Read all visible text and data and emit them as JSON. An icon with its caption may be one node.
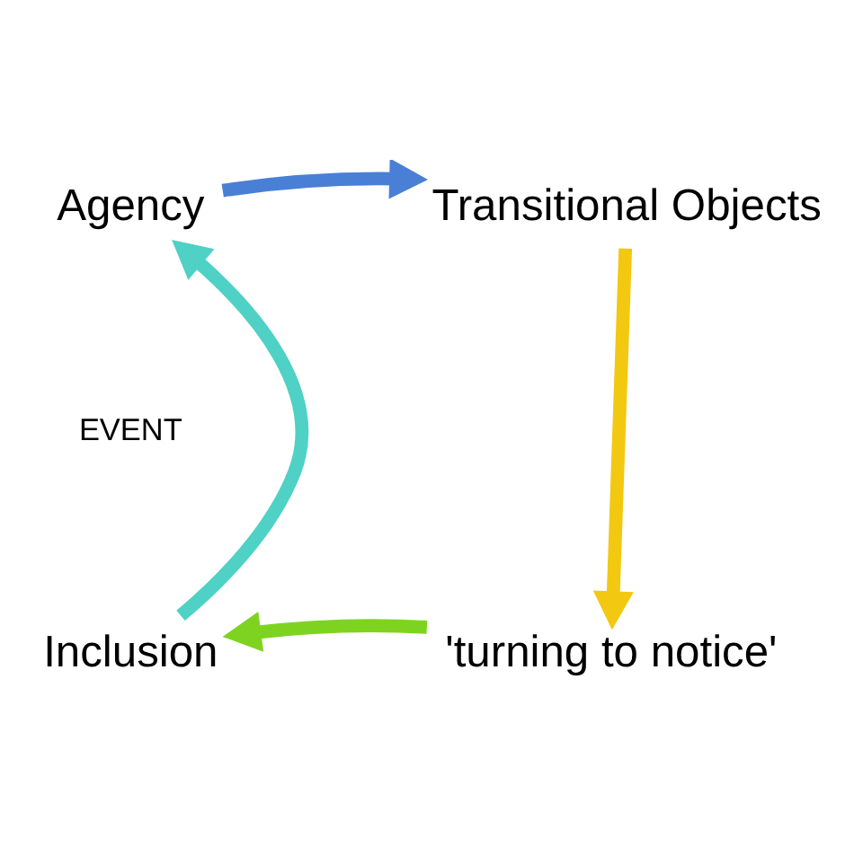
{
  "diagram": {
    "nodes": [
      {
        "text": [
          "Agency"
        ]
      },
      {
        "text": [
          "Transitional Objects"
        ]
      },
      {
        "text": [
          "'turning to notice'"
        ]
      },
      {
        "text": [
          "Inclusion"
        ]
      }
    ],
    "edges": [
      {
        "from": 0,
        "to": 1,
        "arrow": "to",
        "color": "#4a7fd6"
      },
      {
        "from": 1,
        "to": 2,
        "arrow": "to",
        "color": "#f2c811"
      },
      {
        "from": 2,
        "to": 3,
        "arrow": "to",
        "color": "#7ed321"
      },
      {
        "from": 3,
        "to": 0,
        "arrow": "to",
        "color": "#4fd1c5"
      }
    ],
    "labels": [
      "EVENT"
    ]
  }
}
